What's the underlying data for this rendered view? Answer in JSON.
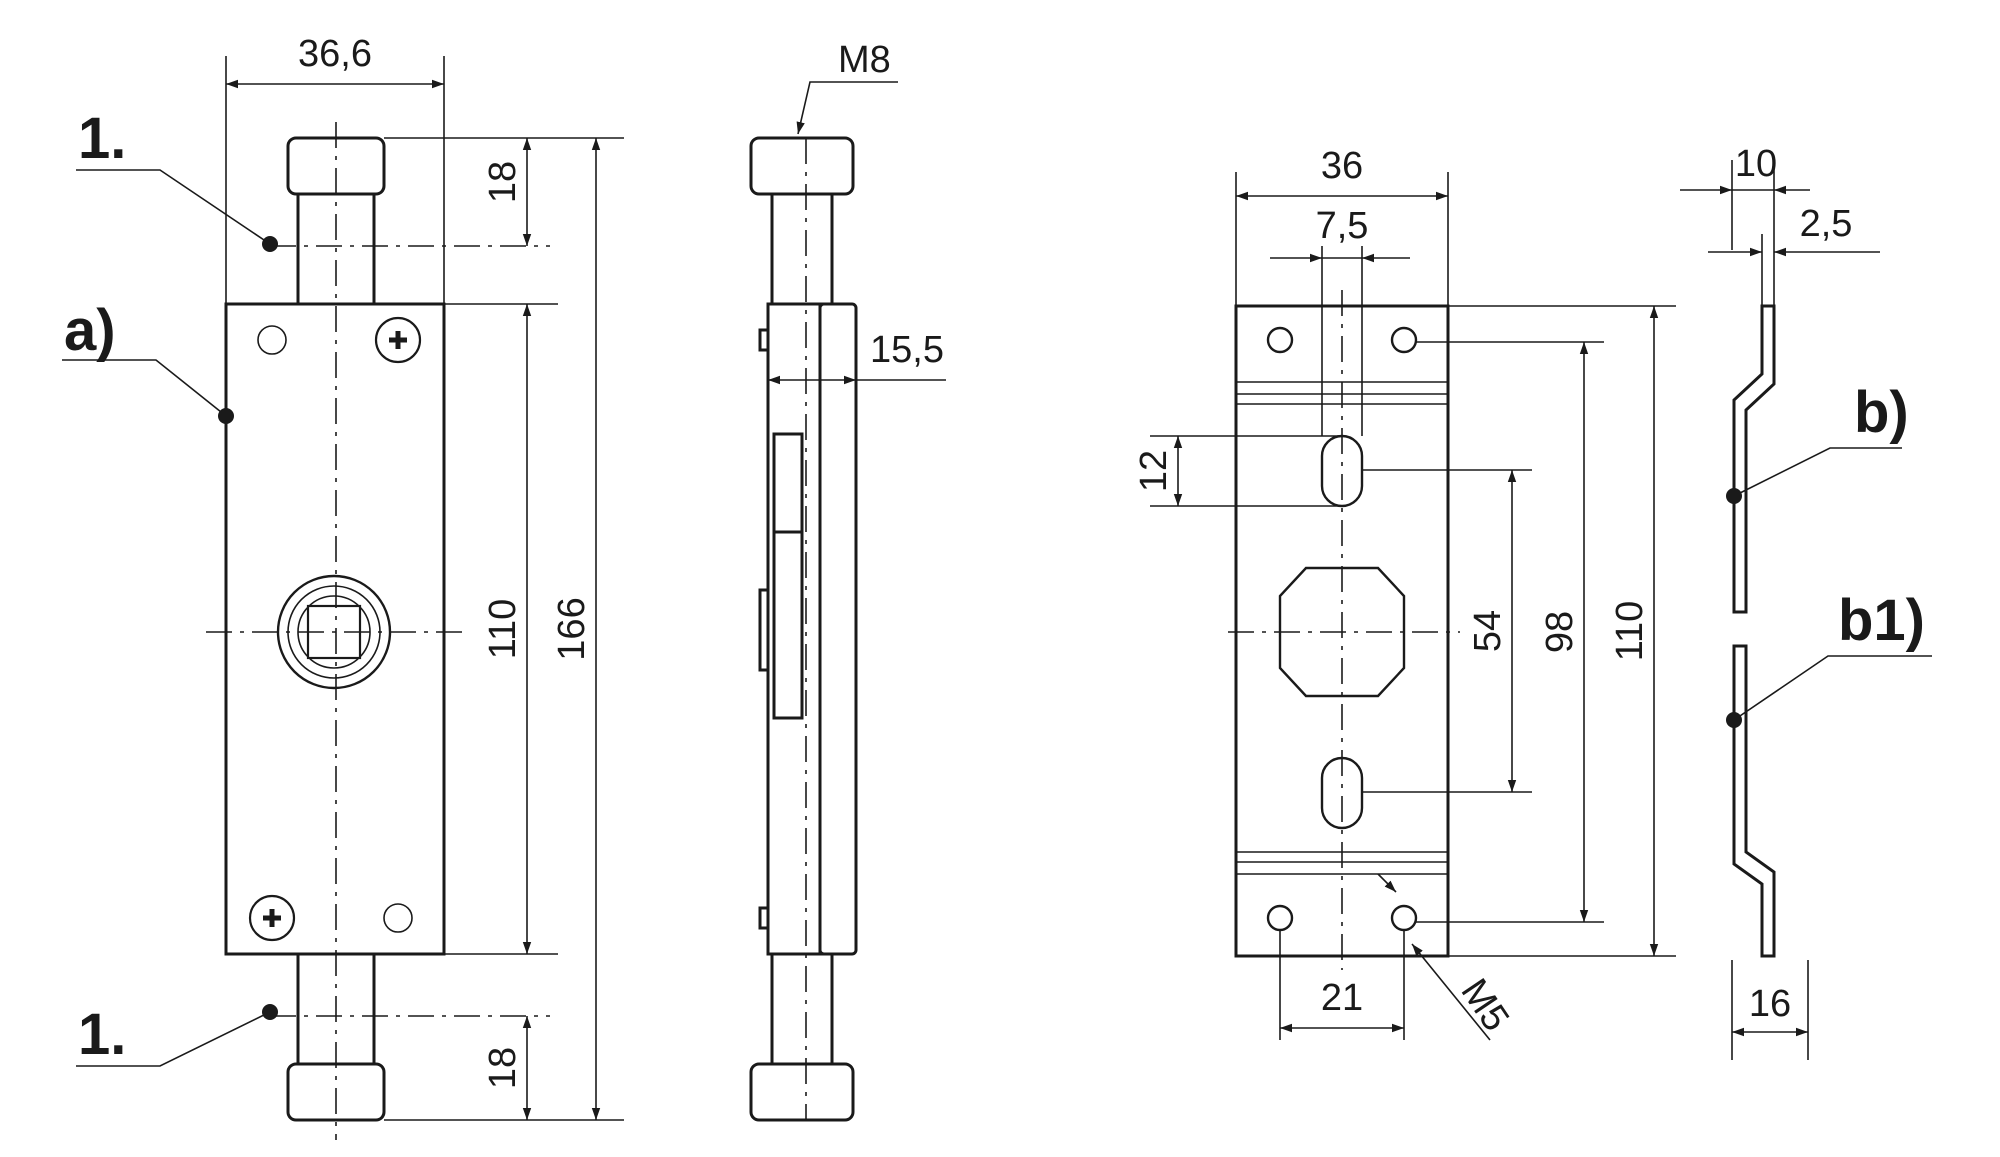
{
  "callouts": {
    "top_pin": "1.",
    "bottom_pin": "1.",
    "body": "a)",
    "plate_top": "b)",
    "plate_bottom": "b1)"
  },
  "front_view": {
    "width": "36,6",
    "pin_length_top": "18",
    "body_height": "110",
    "overall_height": "166",
    "pin_length_bottom": "18"
  },
  "side_view": {
    "thread": "M8",
    "depth": "15,5"
  },
  "strike_plate": {
    "width": "36",
    "slot_width": "7,5",
    "slot_length": "12",
    "slot_spacing": "54",
    "hole_spacing_vertical": "98",
    "height": "110",
    "hole_spacing_horizontal": "21",
    "screw_thread": "M5"
  },
  "plate_profile": {
    "thickness_top": "10",
    "offset": "2,5",
    "depth": "16"
  }
}
